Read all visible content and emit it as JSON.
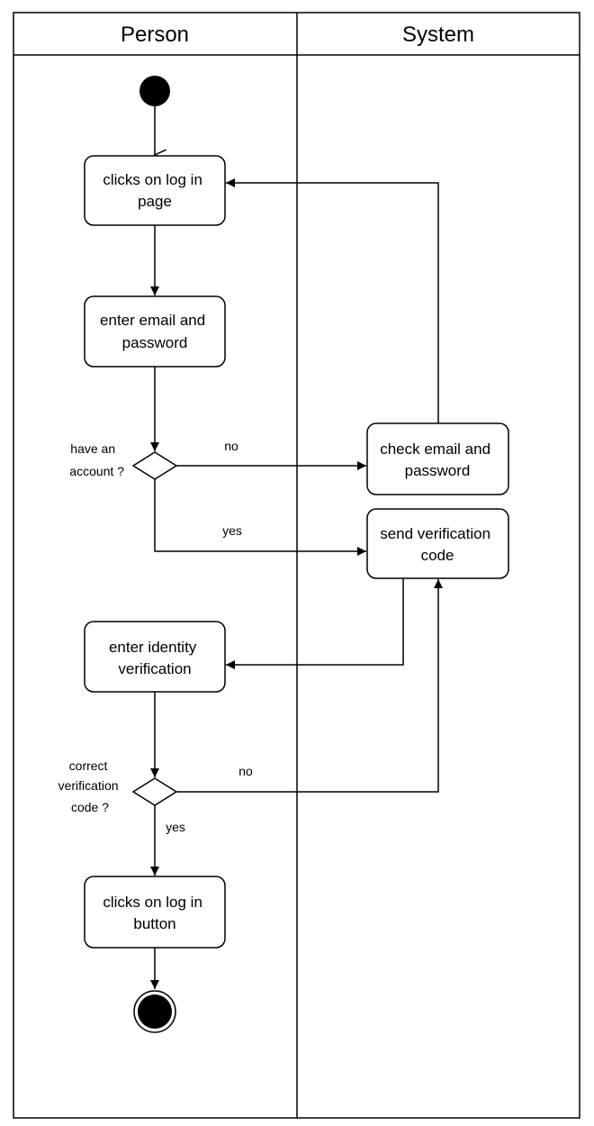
{
  "lanes": {
    "person": "Person",
    "system": "System"
  },
  "nodes": {
    "clicks_login_page": [
      "clicks on log in",
      "page"
    ],
    "enter_email": [
      "enter email and",
      "password"
    ],
    "check_email": [
      "check email and",
      "password"
    ],
    "send_code": [
      "send verification",
      "code"
    ],
    "enter_identity": [
      "enter identity",
      "verification"
    ],
    "clicks_login_button": [
      "clicks on log in",
      "button"
    ]
  },
  "decisions": {
    "have_account": [
      "have an",
      "account ?"
    ],
    "correct_code": [
      "correct",
      "verification",
      "code ?"
    ]
  },
  "edge_labels": {
    "account_no": "no",
    "account_yes": "yes",
    "code_no": "no",
    "code_yes": "yes"
  }
}
